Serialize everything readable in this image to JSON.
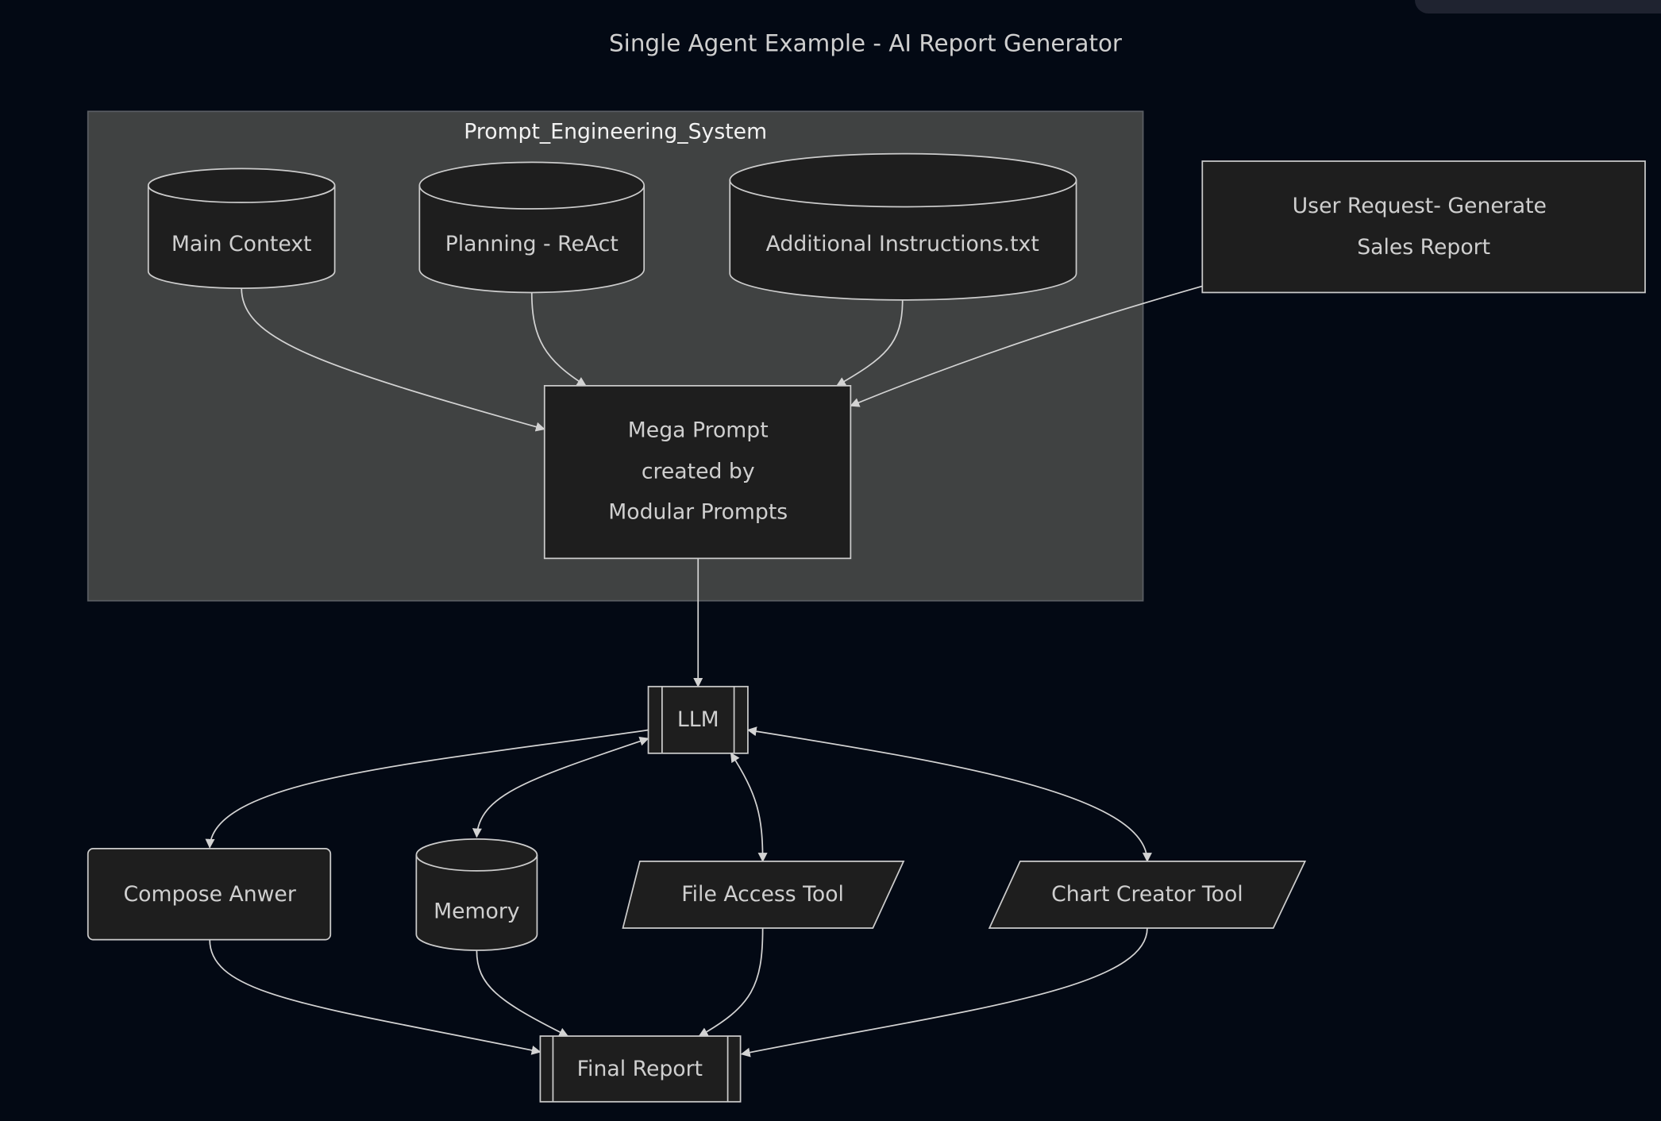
{
  "diagram": {
    "title": "Single Agent Example - AI Report Generator",
    "cluster": {
      "title": "Prompt_Engineering_System"
    },
    "nodes": {
      "main_context": "Main Context",
      "planning": "Planning - ReAct",
      "additional_instructions": "Additional Instructions.txt",
      "user_request": [
        "User Request- Generate",
        "Sales Report"
      ],
      "mega_prompt": [
        "Mega Prompt",
        "created by",
        "Modular Prompts"
      ],
      "llm": "LLM",
      "compose_answer": "Compose Anwer",
      "memory": "Memory",
      "file_access_tool": "File Access Tool",
      "chart_creator_tool": "Chart Creator Tool",
      "final_report": "Final Report"
    },
    "edges": [
      {
        "from": "Main Context",
        "to": "Mega Prompt",
        "direction": "forward"
      },
      {
        "from": "Planning - ReAct",
        "to": "Mega Prompt",
        "direction": "forward"
      },
      {
        "from": "Additional Instructions.txt",
        "to": "Mega Prompt",
        "direction": "forward"
      },
      {
        "from": "User Request- Generate Sales Report",
        "to": "Mega Prompt",
        "direction": "forward"
      },
      {
        "from": "Mega Prompt",
        "to": "LLM",
        "direction": "forward"
      },
      {
        "from": "LLM",
        "to": "Compose Anwer",
        "direction": "forward"
      },
      {
        "from": "LLM",
        "to": "Memory",
        "direction": "both"
      },
      {
        "from": "LLM",
        "to": "File Access Tool",
        "direction": "both"
      },
      {
        "from": "LLM",
        "to": "Chart Creator Tool",
        "direction": "both"
      },
      {
        "from": "Compose Anwer",
        "to": "Final Report",
        "direction": "forward"
      },
      {
        "from": "Memory",
        "to": "Final Report",
        "direction": "forward"
      },
      {
        "from": "File Access Tool",
        "to": "Final Report",
        "direction": "forward"
      },
      {
        "from": "Chart Creator Tool",
        "to": "Final Report",
        "direction": "forward"
      }
    ]
  }
}
